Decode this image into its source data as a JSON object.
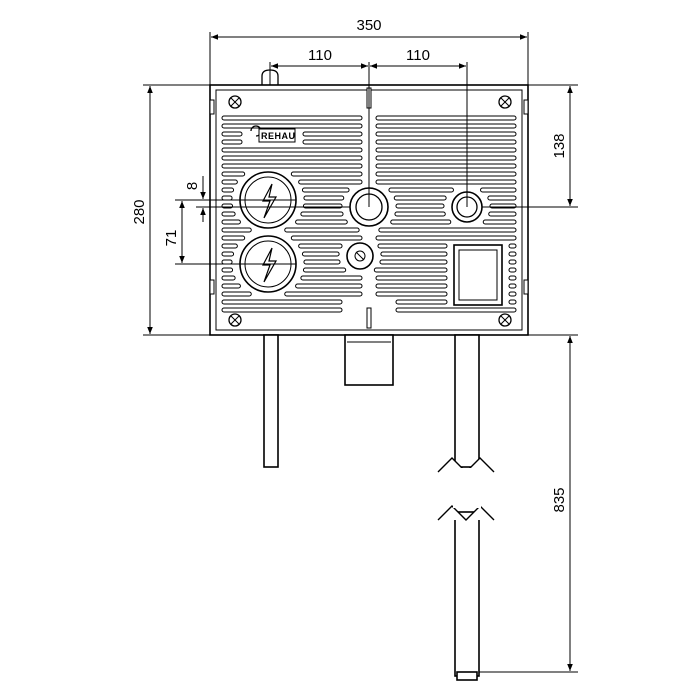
{
  "dimensions": {
    "width_total": "350",
    "offset_left": "110",
    "offset_right": "110",
    "height": "280",
    "top_offset": "138",
    "small_offset": "8",
    "socket_spacing": "71",
    "pipe_length": "835"
  },
  "brand": {
    "name": "REHAU",
    "logo_icon": "rehau-logo-icon"
  },
  "icons": {
    "lightning": "lightning-bolt-icon",
    "screw": "screw-icon",
    "break": "break-mark-icon"
  }
}
